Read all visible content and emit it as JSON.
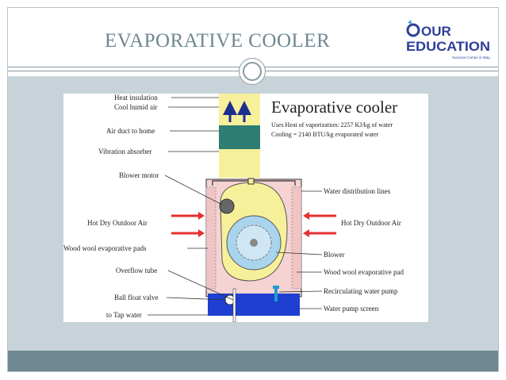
{
  "slide": {
    "title": "EVAPORATIVE COOLER"
  },
  "logo": {
    "line1": "OUR",
    "line2": "EDUCATION",
    "tagline": "Success Comes in Way...",
    "color": "#2e3f97"
  },
  "diagram": {
    "heading": "Evaporative cooler",
    "subtext1": "Uses Heat of vaporization: 2257 KJ/kg of water",
    "subtext2": "Cooling = 2140 BTU/kg evaporated water",
    "labels_left": {
      "heat_insulation": "Heat insulation",
      "cool_humid_air": "Cool humid air",
      "air_duct": "Air duct to home",
      "vibration_absorber": "Vibration absorber",
      "blower_motor": "Blower motor",
      "hot_dry_air": "Hot Dry Outdoor Air",
      "wood_wool_pads": "Wood wool evaporative pads",
      "overflow_tube": "Overflow tube",
      "ball_float_valve": "Ball float valve",
      "tap_water": "to Tap water"
    },
    "labels_right": {
      "water_distribution": "Water distribution lines",
      "hot_dry_air": "Hot Dry Outdoor Air",
      "blower": "Blower",
      "wood_wool_pad": "Wood wool evaporative pad",
      "recirculating_pump": "Recirculating water pump",
      "pump_screen": "Water pump screen"
    },
    "colors": {
      "duct_yellow": "#f7f09a",
      "housing_pink": "#f6d3d3",
      "absorber_green": "#2e7d72",
      "blower_blue": "#a9d4ee",
      "water_blue": "#1f3fd0",
      "arrow_red": "#e53030",
      "arrow_navy": "#1c2f8f"
    }
  }
}
